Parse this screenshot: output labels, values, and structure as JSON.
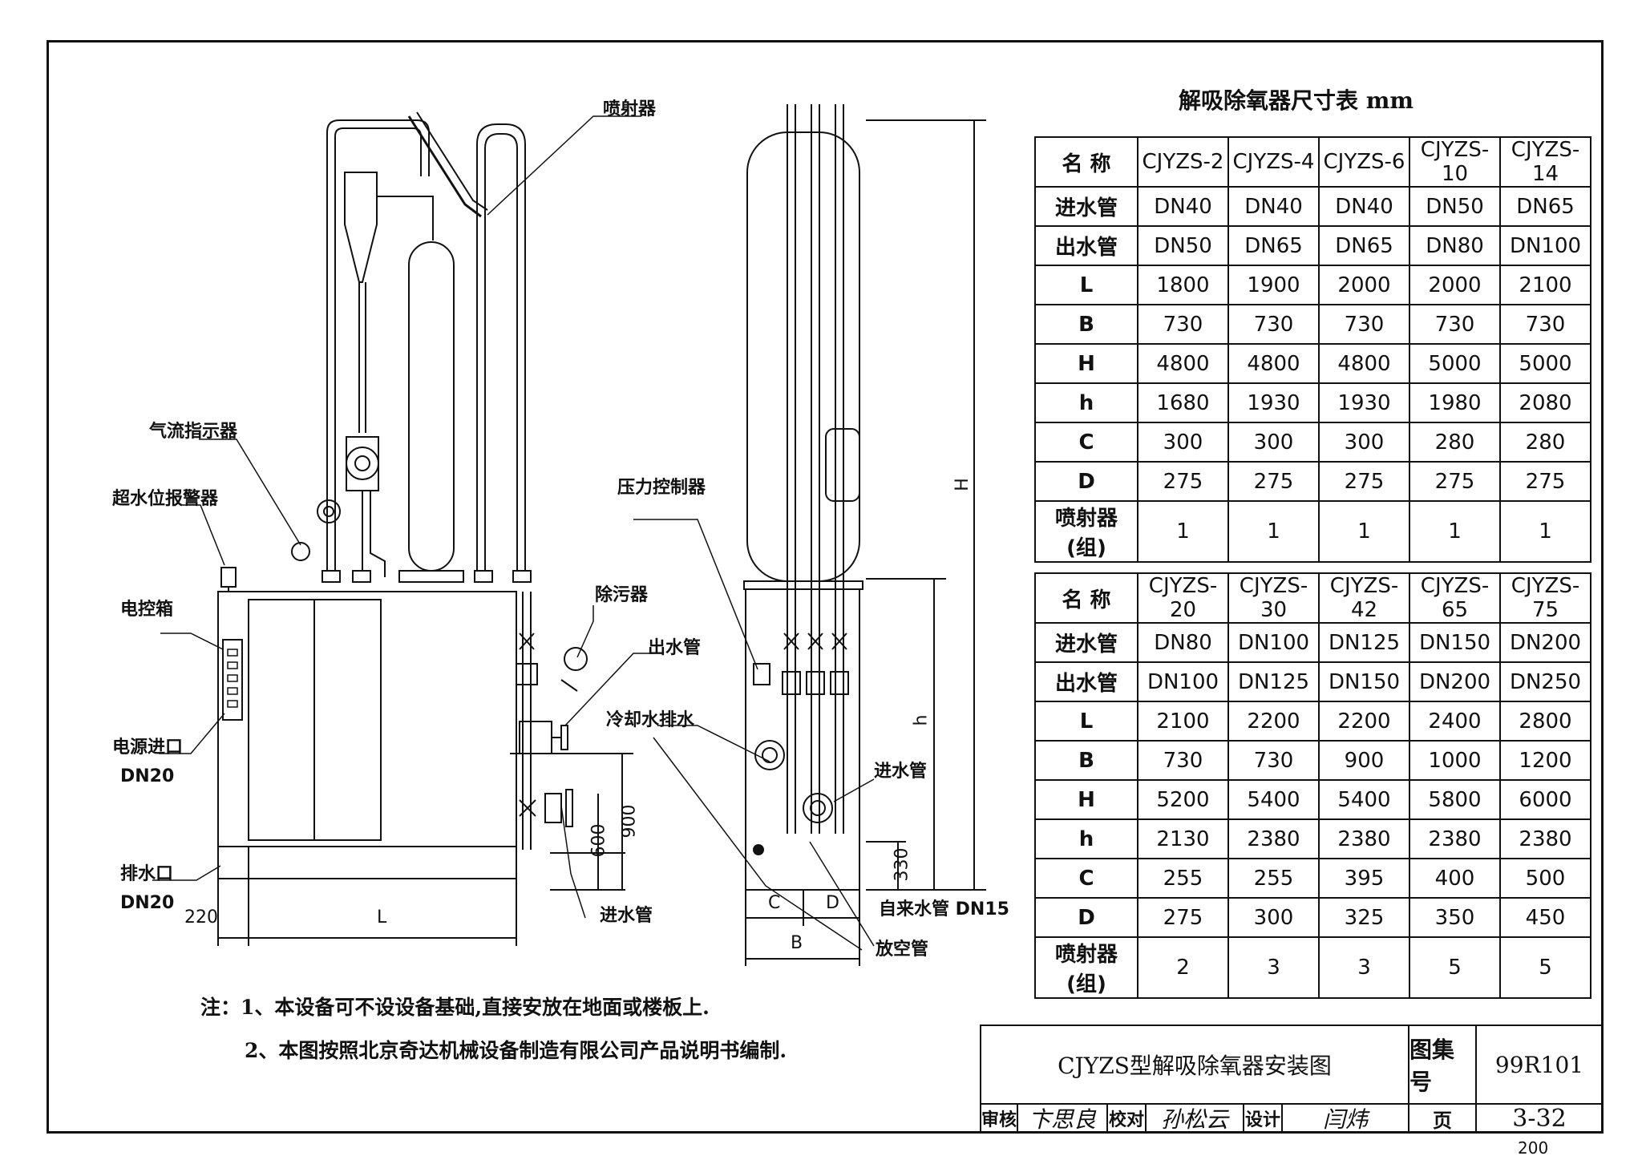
{
  "drawing": {
    "labels": {
      "ejector": "喷射器",
      "airflow_indicator": "气流指示器",
      "overflow_alarm": "超水位报警器",
      "control_box": "电控箱",
      "power_inlet": "电源进口",
      "power_inlet_dn": "DN20",
      "drain_port": "排水口",
      "drain_dn": "DN20",
      "pressure_controller": "压力控制器",
      "decontaminator": "除污器",
      "outlet_pipe": "出水管",
      "cooling_drain": "冷却水排水",
      "inlet_pipe_side": "进水管",
      "inlet_pipe_front": "进水管",
      "tap_water_pipe": "自来水管 DN15",
      "vent_pipe": "放空管"
    },
    "dims": {
      "d220": "220",
      "L": "L",
      "d600": "600",
      "d900": "900",
      "d330": "330",
      "C": "C",
      "D": "D",
      "B": "B",
      "h": "h",
      "H": "H"
    }
  },
  "table_title": "解吸除氧器尺寸表 mm",
  "table1": {
    "headers": [
      "名 称",
      "CJYZS-2",
      "CJYZS-4",
      "CJYZS-6",
      "CJYZS-10",
      "CJYZS-14"
    ],
    "rows": [
      [
        "进水管",
        "DN40",
        "DN40",
        "DN40",
        "DN50",
        "DN65"
      ],
      [
        "出水管",
        "DN50",
        "DN65",
        "DN65",
        "DN80",
        "DN100"
      ],
      [
        "L",
        "1800",
        "1900",
        "2000",
        "2000",
        "2100"
      ],
      [
        "B",
        "730",
        "730",
        "730",
        "730",
        "730"
      ],
      [
        "H",
        "4800",
        "4800",
        "4800",
        "5000",
        "5000"
      ],
      [
        "h",
        "1680",
        "1930",
        "1930",
        "1980",
        "2080"
      ],
      [
        "C",
        "300",
        "300",
        "300",
        "280",
        "280"
      ],
      [
        "D",
        "275",
        "275",
        "275",
        "275",
        "275"
      ],
      [
        "喷射器(组)",
        "1",
        "1",
        "1",
        "1",
        "1"
      ]
    ]
  },
  "table2": {
    "headers": [
      "名 称",
      "CJYZS-20",
      "CJYZS-30",
      "CJYZS-42",
      "CJYZS-65",
      "CJYZS-75"
    ],
    "rows": [
      [
        "进水管",
        "DN80",
        "DN100",
        "DN125",
        "DN150",
        "DN200"
      ],
      [
        "出水管",
        "DN100",
        "DN125",
        "DN150",
        "DN200",
        "DN250"
      ],
      [
        "L",
        "2100",
        "2200",
        "2200",
        "2400",
        "2800"
      ],
      [
        "B",
        "730",
        "730",
        "900",
        "1000",
        "1200"
      ],
      [
        "H",
        "5200",
        "5400",
        "5400",
        "5800",
        "6000"
      ],
      [
        "h",
        "2130",
        "2380",
        "2380",
        "2380",
        "2380"
      ],
      [
        "C",
        "255",
        "255",
        "395",
        "400",
        "500"
      ],
      [
        "D",
        "275",
        "300",
        "325",
        "350",
        "450"
      ],
      [
        "喷射器(组)",
        "2",
        "3",
        "3",
        "5",
        "5"
      ]
    ]
  },
  "notes": {
    "prefix": "注：",
    "line1": "1、本设备可不设设备基础,直接安放在地面或楼板上.",
    "line2": "2、本图按照北京奇达机械设备制造有限公司产品说明书编制."
  },
  "title_block": {
    "drawing_title": "CJYZS型解吸除氧器安装图",
    "atlas_label": "图集号",
    "atlas_number": "99R101",
    "review_label": "审核",
    "review_sig": "卞思良",
    "check_label": "校对",
    "check_sig": "孙松云",
    "design_label": "设计",
    "design_sig": "闫炜",
    "page_label": "页",
    "page_number": "3-32"
  },
  "sheet_number": "200"
}
